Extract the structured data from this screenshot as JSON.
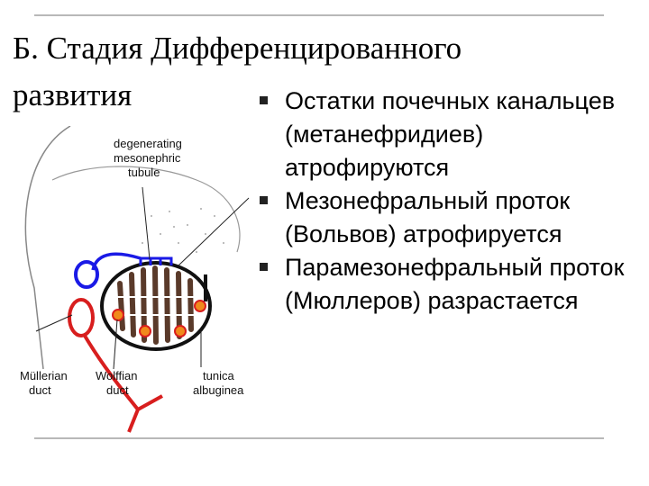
{
  "slide": {
    "title_line1": "Б. Стадия Дифференцированного",
    "title_line2": "развития",
    "bullets": [
      "Остатки почечных канальцев (метанефридиев) атрофируются",
      "Мезонефральный проток (Вольвов) атрофируется",
      "Парамезонефральный проток (Мюллеров) разрастается"
    ]
  },
  "diagram": {
    "labels": {
      "degenerating_1": "degenerating",
      "degenerating_2": "mesonephric",
      "degenerating_3": "tubule",
      "mullerian_1": "Müllerian",
      "mullerian_2": "duct",
      "wolffian_1": "Wolffian",
      "wolffian_2": "duct",
      "tunica_1": "tunica",
      "tunica_2": "albuginea"
    },
    "colors": {
      "wolffian": "#1a1ae6",
      "mullerian": "#d81e1e",
      "marker_fill": "#f08a1c",
      "marker_stroke": "#d81e1e"
    }
  }
}
